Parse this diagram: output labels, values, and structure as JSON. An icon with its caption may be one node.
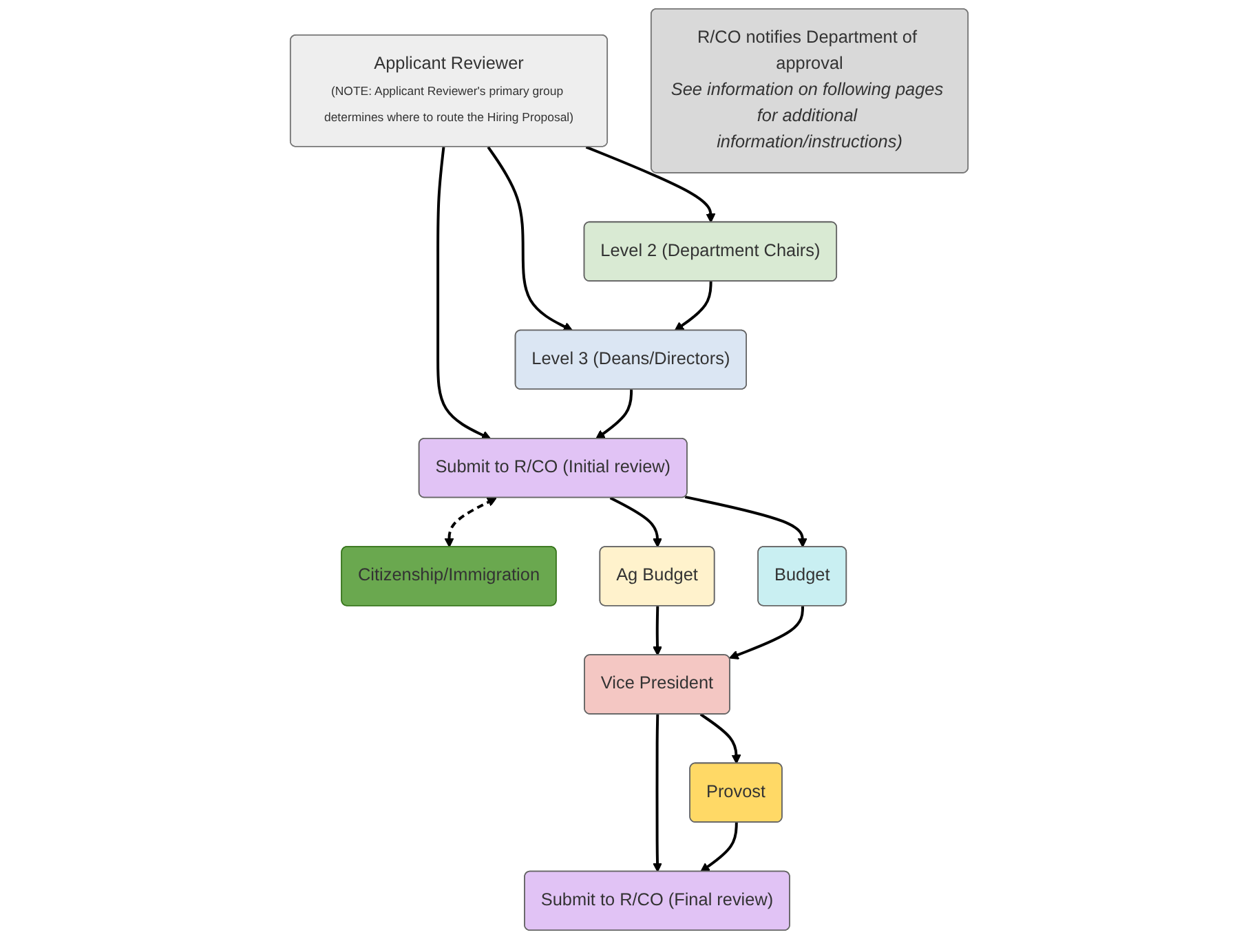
{
  "diagram": {
    "nodes": [
      {
        "text": [
          "Applicant Reviewer",
          "(NOTE: Applicant Reviewer's primary group determines where to route the Hiring Proposal)"
        ]
      },
      {
        "text": [
          "Citizenship/Immigration"
        ]
      },
      {
        "text": [
          "Level 2 (Department Chairs)"
        ]
      },
      {
        "text": [
          "Level 3 (Deans/Directors)"
        ]
      },
      {
        "text": [
          "Submit to R/CO (Initial review)"
        ]
      },
      {
        "text": [
          "Ag Budget"
        ]
      },
      {
        "text": [
          "Budget"
        ]
      },
      {
        "text": [
          "Vice President"
        ]
      },
      {
        "text": [
          "Provost"
        ]
      },
      {
        "text": [
          "Submit to R/CO (Final review)"
        ]
      },
      {
        "text": [
          "R/CO notifies Department of approval",
          "See information on following pages for additional information/instructions)"
        ]
      }
    ],
    "edges": [
      {
        "from": 0,
        "to": 2,
        "arrow": "to"
      },
      {
        "from": 0,
        "to": 3,
        "arrow": "to"
      },
      {
        "from": 0,
        "to": 4,
        "arrow": "to"
      },
      {
        "from": 2,
        "to": 3,
        "arrow": "to"
      },
      {
        "from": 3,
        "to": 4,
        "arrow": "to"
      },
      {
        "from": 4,
        "to": 1,
        "arrow": "both",
        "style": "dashed"
      },
      {
        "from": 4,
        "to": 5,
        "arrow": "to"
      },
      {
        "from": 4,
        "to": 6,
        "arrow": "to"
      },
      {
        "from": 5,
        "to": 7,
        "arrow": "to"
      },
      {
        "from": 6,
        "to": 7,
        "arrow": "to"
      },
      {
        "from": 7,
        "to": 8,
        "arrow": "to"
      },
      {
        "from": 7,
        "to": 9,
        "arrow": "to"
      },
      {
        "from": 8,
        "to": 9,
        "arrow": "to"
      }
    ]
  }
}
